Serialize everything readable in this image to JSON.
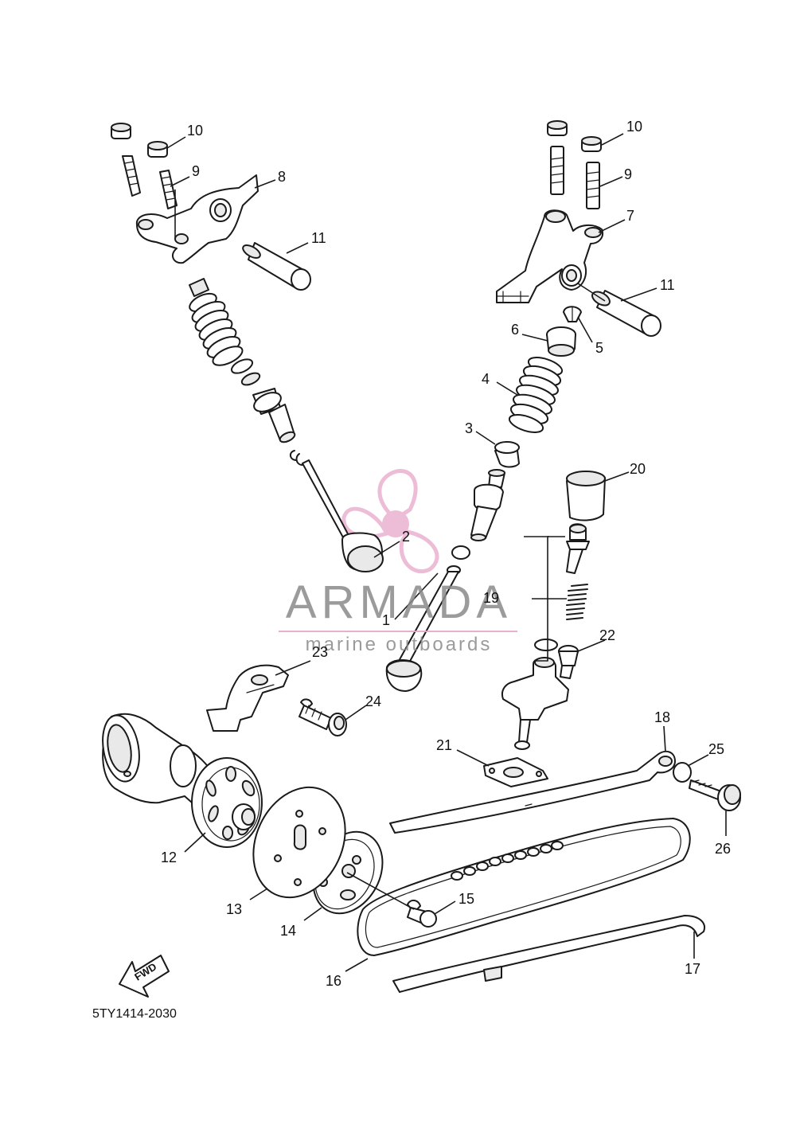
{
  "diagram": {
    "code": "5TY1414-2030",
    "fwd_label": "FWD",
    "callouts": {
      "c1": "1",
      "c2": "2",
      "c3": "3",
      "c4": "4",
      "c5": "5",
      "c6": "6",
      "c7": "7",
      "c8": "8",
      "c9_left": "9",
      "c9_right": "9",
      "c10_left": "10",
      "c10_right": "10",
      "c11_left": "11",
      "c11_right": "11",
      "c12": "12",
      "c13": "13",
      "c14": "14",
      "c15": "15",
      "c16": "16",
      "c17": "17",
      "c18": "18",
      "c19": "19",
      "c20": "20",
      "c21": "21",
      "c22": "22",
      "c23": "23",
      "c24": "24",
      "c25": "25",
      "c26": "26"
    }
  },
  "watermark": {
    "name": "ARMADA",
    "tagline": "marine outboards",
    "colors": {
      "accent": "#e7a6c9",
      "text": "#8a8a8a"
    }
  }
}
